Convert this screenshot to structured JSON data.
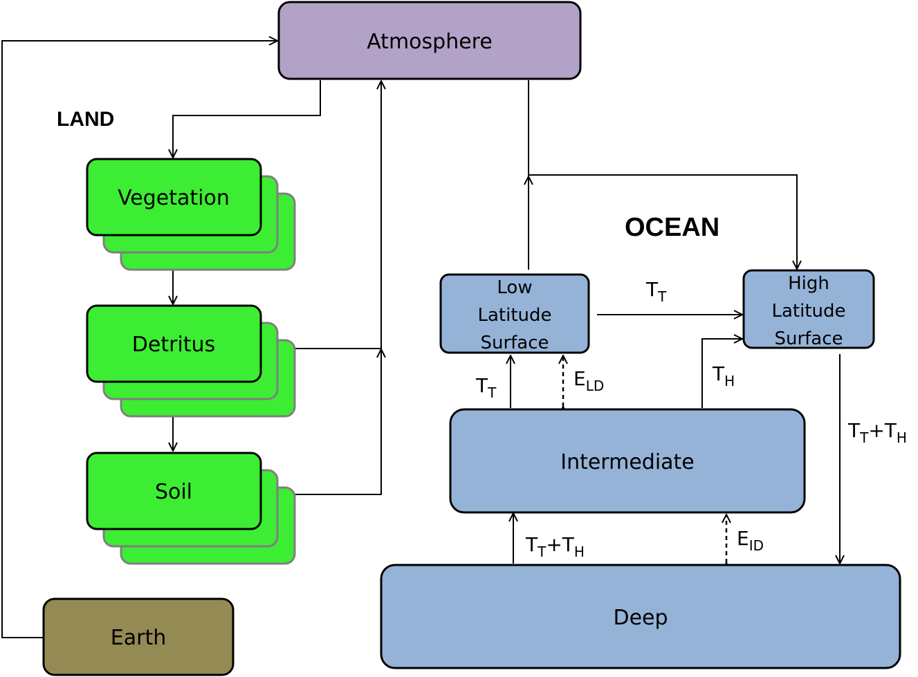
{
  "colors": {
    "atmosphere": "#b3a2c7",
    "land": "#3ded33",
    "ocean": "#95b3d7",
    "earth": "#948a54",
    "stroke": "#000000",
    "shadow_stroke": "#7f7f7f"
  },
  "sections": {
    "land": "LAND",
    "ocean": "OCEAN"
  },
  "boxes": {
    "atmosphere": "Atmosphere",
    "vegetation": "Vegetation",
    "detritus": "Detritus",
    "soil": "Soil",
    "earth": "Earth",
    "low_latitude_surface": [
      "Low",
      "Latitude",
      "Surface"
    ],
    "high_latitude_surface": [
      "High",
      "Latitude",
      "Surface"
    ],
    "intermediate": "Intermediate",
    "deep": "Deep"
  },
  "flows": {
    "low_to_high": {
      "main": "T",
      "sub": "T"
    },
    "intermediate_to_low": {
      "main": "T",
      "sub": "T"
    },
    "exchange_low_intermediate": {
      "main": "E",
      "sub": "LD"
    },
    "intermediate_to_high": {
      "main": "T",
      "sub": "H"
    },
    "high_to_deep": {
      "parts": [
        {
          "main": "T",
          "sub": "T"
        },
        {
          "main": "+T",
          "sub": "H"
        }
      ]
    },
    "deep_to_intermediate": {
      "parts": [
        {
          "main": "T",
          "sub": "T"
        },
        {
          "main": "+T",
          "sub": "H"
        }
      ]
    },
    "exchange_intermediate_deep": {
      "main": "E",
      "sub": "ID"
    }
  }
}
